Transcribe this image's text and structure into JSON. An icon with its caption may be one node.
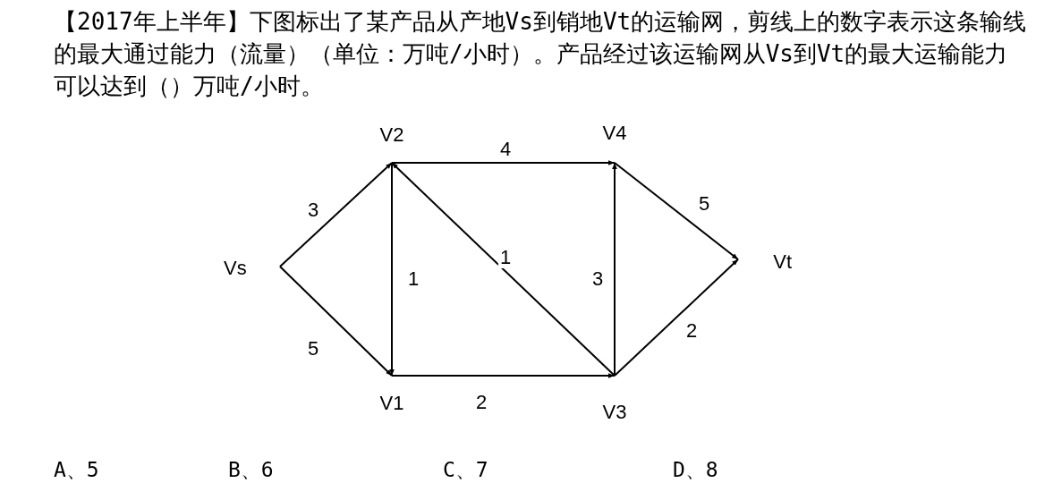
{
  "diagram": {
    "title": "【2017年上半年】下图标出了某产品从产地Vs到销地Vt的运输网，剪线上的数字表示这条输线的最大通过能力（流量）（单位：万吨/小时）。产品经过该运输网从Vs到Vt的最大运输能力可以达到（）万吨/小时。",
    "nodes": [
      {
        "text": [
          "Vs"
        ]
      },
      {
        "text": [
          "V2"
        ]
      },
      {
        "text": [
          "V4"
        ]
      },
      {
        "text": [
          "Vt"
        ]
      },
      {
        "text": [
          "V1"
        ]
      },
      {
        "text": [
          "V3"
        ]
      }
    ],
    "edges": [
      {
        "from": 0,
        "to": 1,
        "arrow": "to",
        "label": "3"
      },
      {
        "from": 0,
        "to": 4,
        "arrow": "to",
        "label": "5"
      },
      {
        "from": 1,
        "to": 2,
        "arrow": "to",
        "label": "4"
      },
      {
        "from": 1,
        "to": 4,
        "arrow": "to",
        "label": "1"
      },
      {
        "from": 5,
        "to": 1,
        "arrow": "to",
        "label": "1"
      },
      {
        "from": 4,
        "to": 5,
        "arrow": "to",
        "label": "2"
      },
      {
        "from": 5,
        "to": 2,
        "arrow": "to",
        "label": "3"
      },
      {
        "from": 2,
        "to": 3,
        "arrow": "to",
        "label": "5"
      },
      {
        "from": 5,
        "to": 3,
        "arrow": "to",
        "label": "2"
      }
    ],
    "labels": [
      "A、5",
      "B、6",
      "C、7",
      "D、8"
    ]
  }
}
